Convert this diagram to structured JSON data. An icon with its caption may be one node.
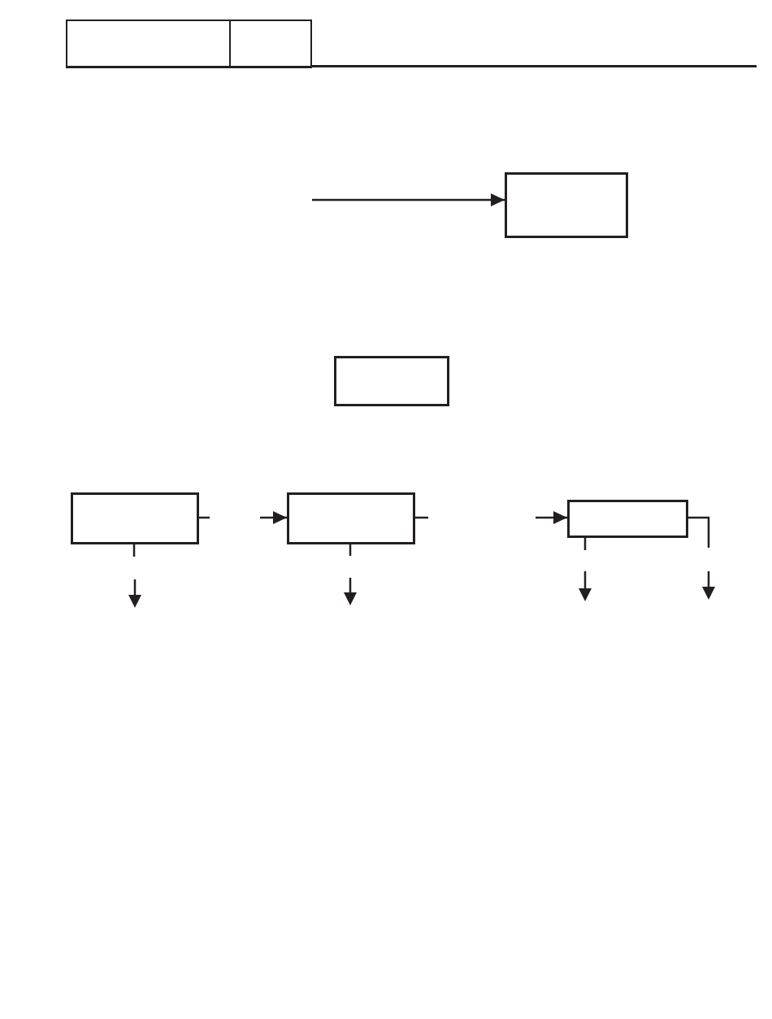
{
  "diagram": {
    "nodes": [
      {
        "text": [],
        "shape": "box"
      },
      {
        "text": [],
        "shape": "box"
      },
      {
        "text": [],
        "shape": "box"
      },
      {
        "text": [],
        "shape": "box"
      },
      {
        "text": [],
        "shape": "box"
      }
    ],
    "edges": [
      {
        "from": null,
        "to": 0,
        "arrow": "to"
      },
      {
        "from": 2,
        "to": null,
        "arrow": "none"
      },
      {
        "from": 2,
        "to": null,
        "arrow": "none"
      },
      {
        "from": null,
        "to": 3,
        "arrow": "to"
      },
      {
        "from": 3,
        "to": null,
        "arrow": "none"
      },
      {
        "from": 3,
        "to": null,
        "arrow": "none"
      },
      {
        "from": null,
        "to": 4,
        "arrow": "to"
      },
      {
        "from": 4,
        "to": null,
        "arrow": "none"
      },
      {
        "from": 4,
        "to": null,
        "arrow": "none"
      }
    ]
  }
}
